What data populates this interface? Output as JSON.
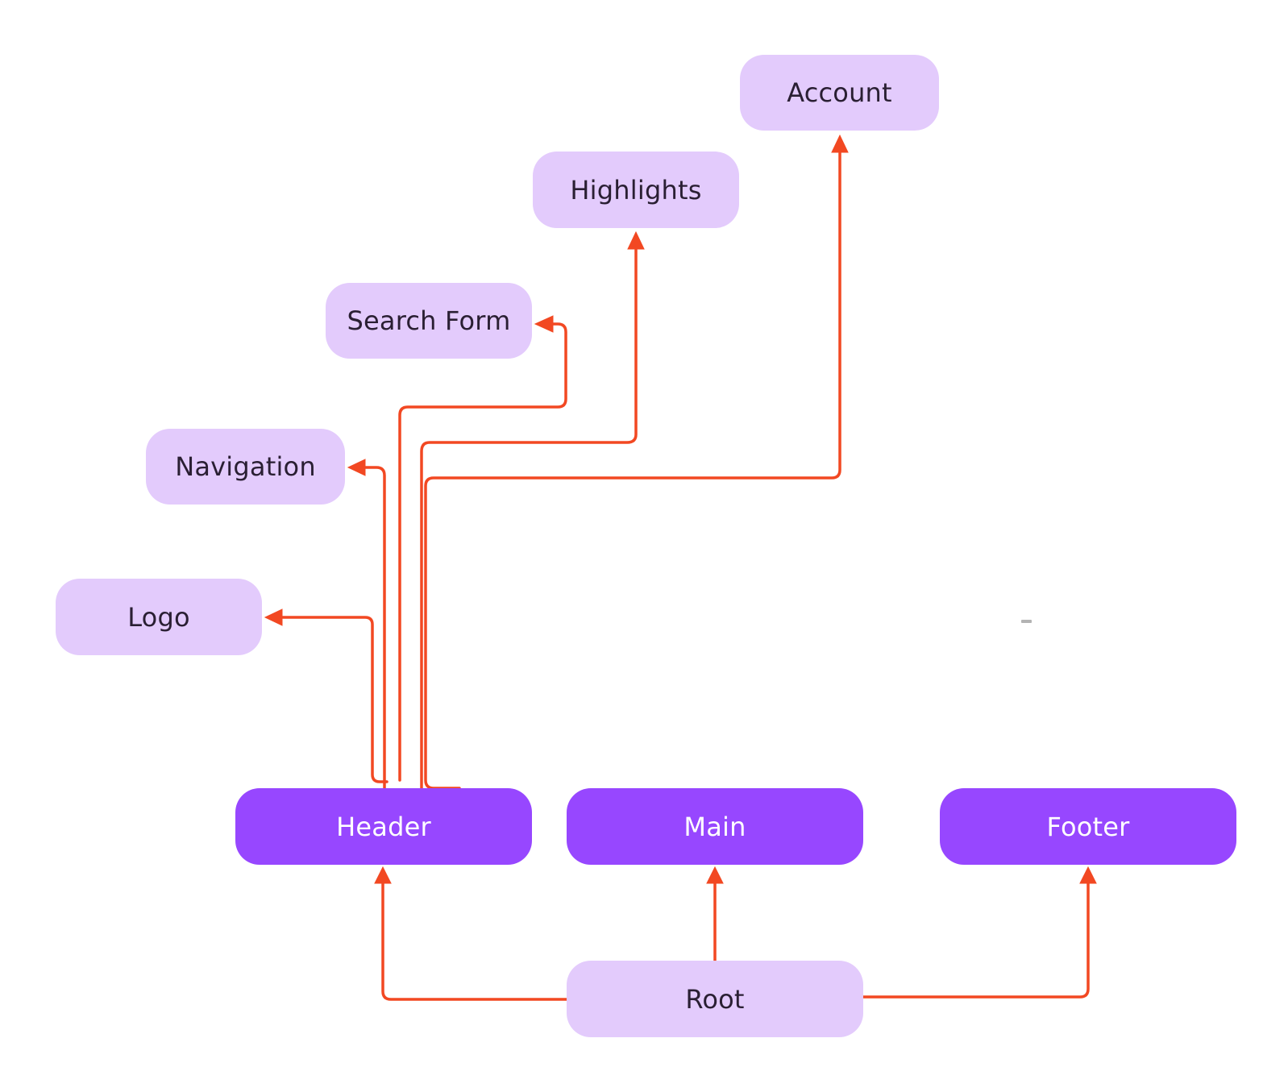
{
  "diagram": {
    "nodes": {
      "account": "Account",
      "highlights": "Highlights",
      "search_form": "Search Form",
      "navigation": "Navigation",
      "logo": "Logo",
      "header": "Header",
      "main": "Main",
      "footer": "Footer",
      "root": "Root"
    },
    "edges": [
      {
        "from": "Root",
        "to": "Header"
      },
      {
        "from": "Root",
        "to": "Main"
      },
      {
        "from": "Root",
        "to": "Footer"
      },
      {
        "from": "Header",
        "to": "Logo"
      },
      {
        "from": "Header",
        "to": "Navigation"
      },
      {
        "from": "Header",
        "to": "Search Form"
      },
      {
        "from": "Header",
        "to": "Highlights"
      },
      {
        "from": "Header",
        "to": "Account"
      }
    ],
    "colors": {
      "leaf_node": "#e3cbfc",
      "section_node": "#9747ff",
      "connector": "#f24822"
    }
  }
}
